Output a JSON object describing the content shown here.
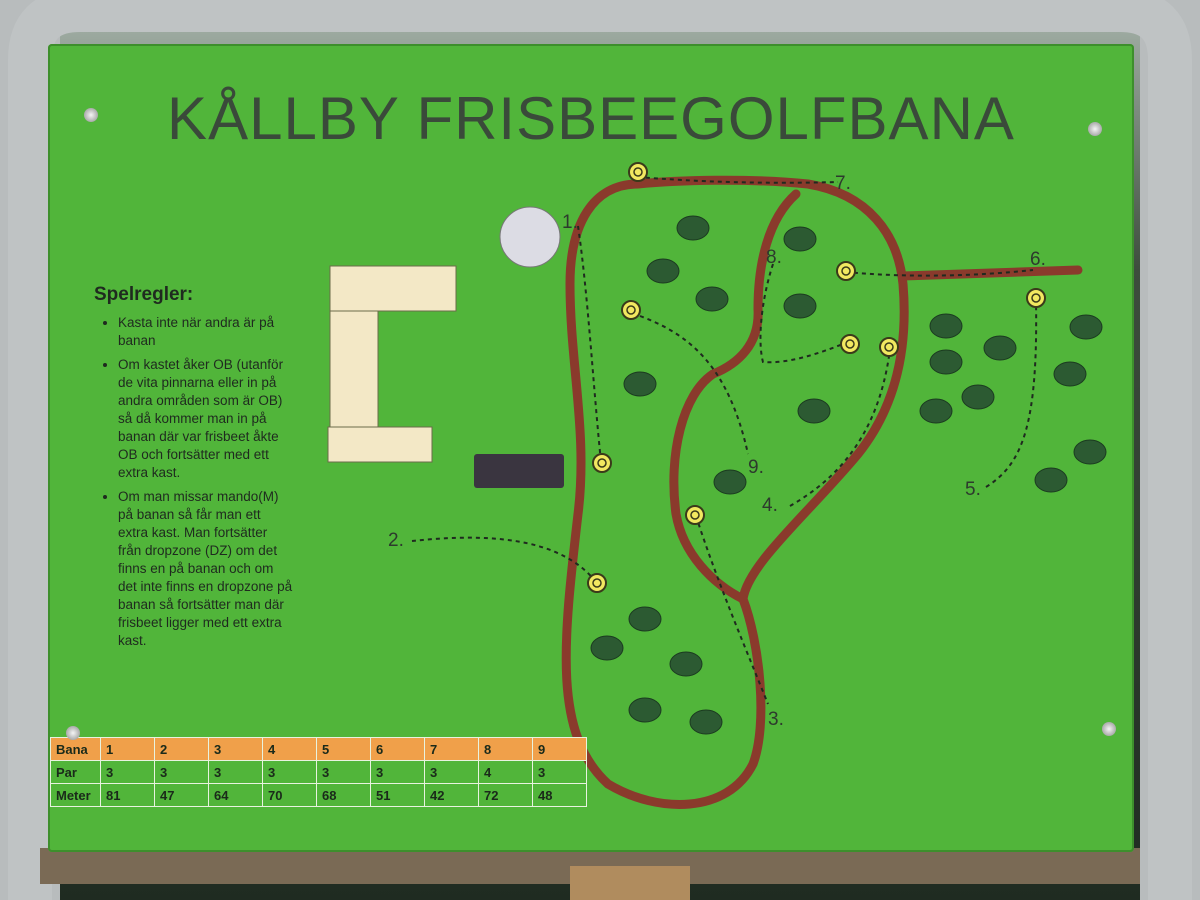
{
  "sign": {
    "title": "KÅLLBY FRISBEEGOLFBANA"
  },
  "rules": {
    "heading": "Spelregler:",
    "items": [
      "Kasta inte när andra är på banan",
      "Om kastet åker OB (utanför de vita pinnarna eller in på andra områden som är OB) så då kommer man in på banan där var frisbeet åkte OB och fortsätter med ett extra kast.",
      "Om man missar mando(M) på banan så får man ett extra kast. Man fortsätter från dropzone (DZ) om det finns en på banan och om det inte finns en dropzone på banan så fortsätter man där frisbeet ligger med ett extra kast."
    ]
  },
  "hole_labels": [
    "1.",
    "2.",
    "3.",
    "4.",
    "5.",
    "6.",
    "7.",
    "8.",
    "9."
  ],
  "scorecard": {
    "headers": [
      "Bana",
      "Par",
      "Meter"
    ],
    "holes": [
      "1",
      "2",
      "3",
      "4",
      "5",
      "6",
      "7",
      "8",
      "9"
    ],
    "par": [
      "3",
      "3",
      "3",
      "3",
      "3",
      "3",
      "3",
      "4",
      "3"
    ],
    "meter": [
      "81",
      "47",
      "64",
      "70",
      "68",
      "51",
      "42",
      "72",
      "48"
    ]
  },
  "colors": {
    "board": "#51b53a",
    "path": "#8a3a2c",
    "tree": "#2c5a32",
    "basket_ring": "#f2e860",
    "building": "#f3e8c6",
    "table_header": "#f0a04a"
  }
}
